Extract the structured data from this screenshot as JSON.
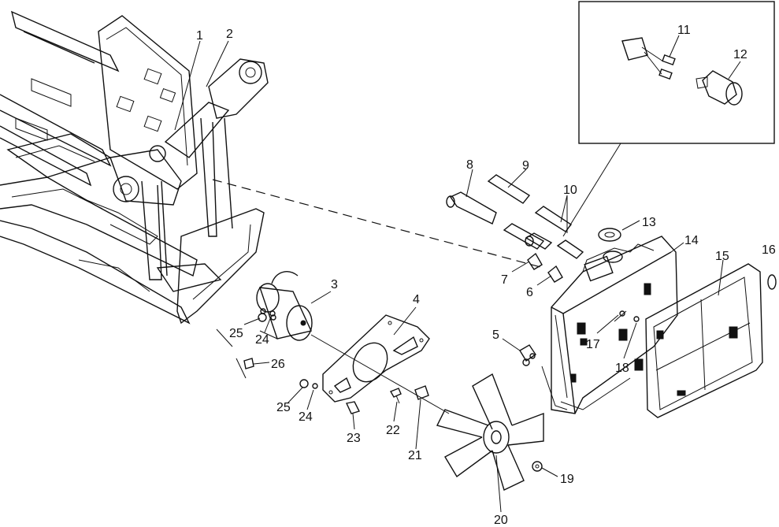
{
  "diagram": {
    "callouts": [
      {
        "id": "1",
        "text": "1"
      },
      {
        "id": "2",
        "text": "2"
      },
      {
        "id": "3",
        "text": "3"
      },
      {
        "id": "4",
        "text": "4"
      },
      {
        "id": "5",
        "text": "5"
      },
      {
        "id": "6",
        "text": "6"
      },
      {
        "id": "7",
        "text": "7"
      },
      {
        "id": "8",
        "text": "8"
      },
      {
        "id": "9",
        "text": "9"
      },
      {
        "id": "10",
        "text": "10"
      },
      {
        "id": "11",
        "text": "11"
      },
      {
        "id": "12",
        "text": "12"
      },
      {
        "id": "13",
        "text": "13"
      },
      {
        "id": "14",
        "text": "14"
      },
      {
        "id": "15",
        "text": "15"
      },
      {
        "id": "16",
        "text": "16"
      },
      {
        "id": "17",
        "text": "17"
      },
      {
        "id": "18",
        "text": "18"
      },
      {
        "id": "19",
        "text": "19"
      },
      {
        "id": "20",
        "text": "20"
      },
      {
        "id": "21",
        "text": "21"
      },
      {
        "id": "22",
        "text": "22"
      },
      {
        "id": "23",
        "text": "23"
      },
      {
        "id": "24a",
        "text": "24"
      },
      {
        "id": "24b",
        "text": "24"
      },
      {
        "id": "25a",
        "text": "25"
      },
      {
        "id": "25b",
        "text": "25"
      },
      {
        "id": "26",
        "text": "26"
      }
    ],
    "colors": {
      "line": "#111111",
      "background": "#ffffff"
    }
  }
}
